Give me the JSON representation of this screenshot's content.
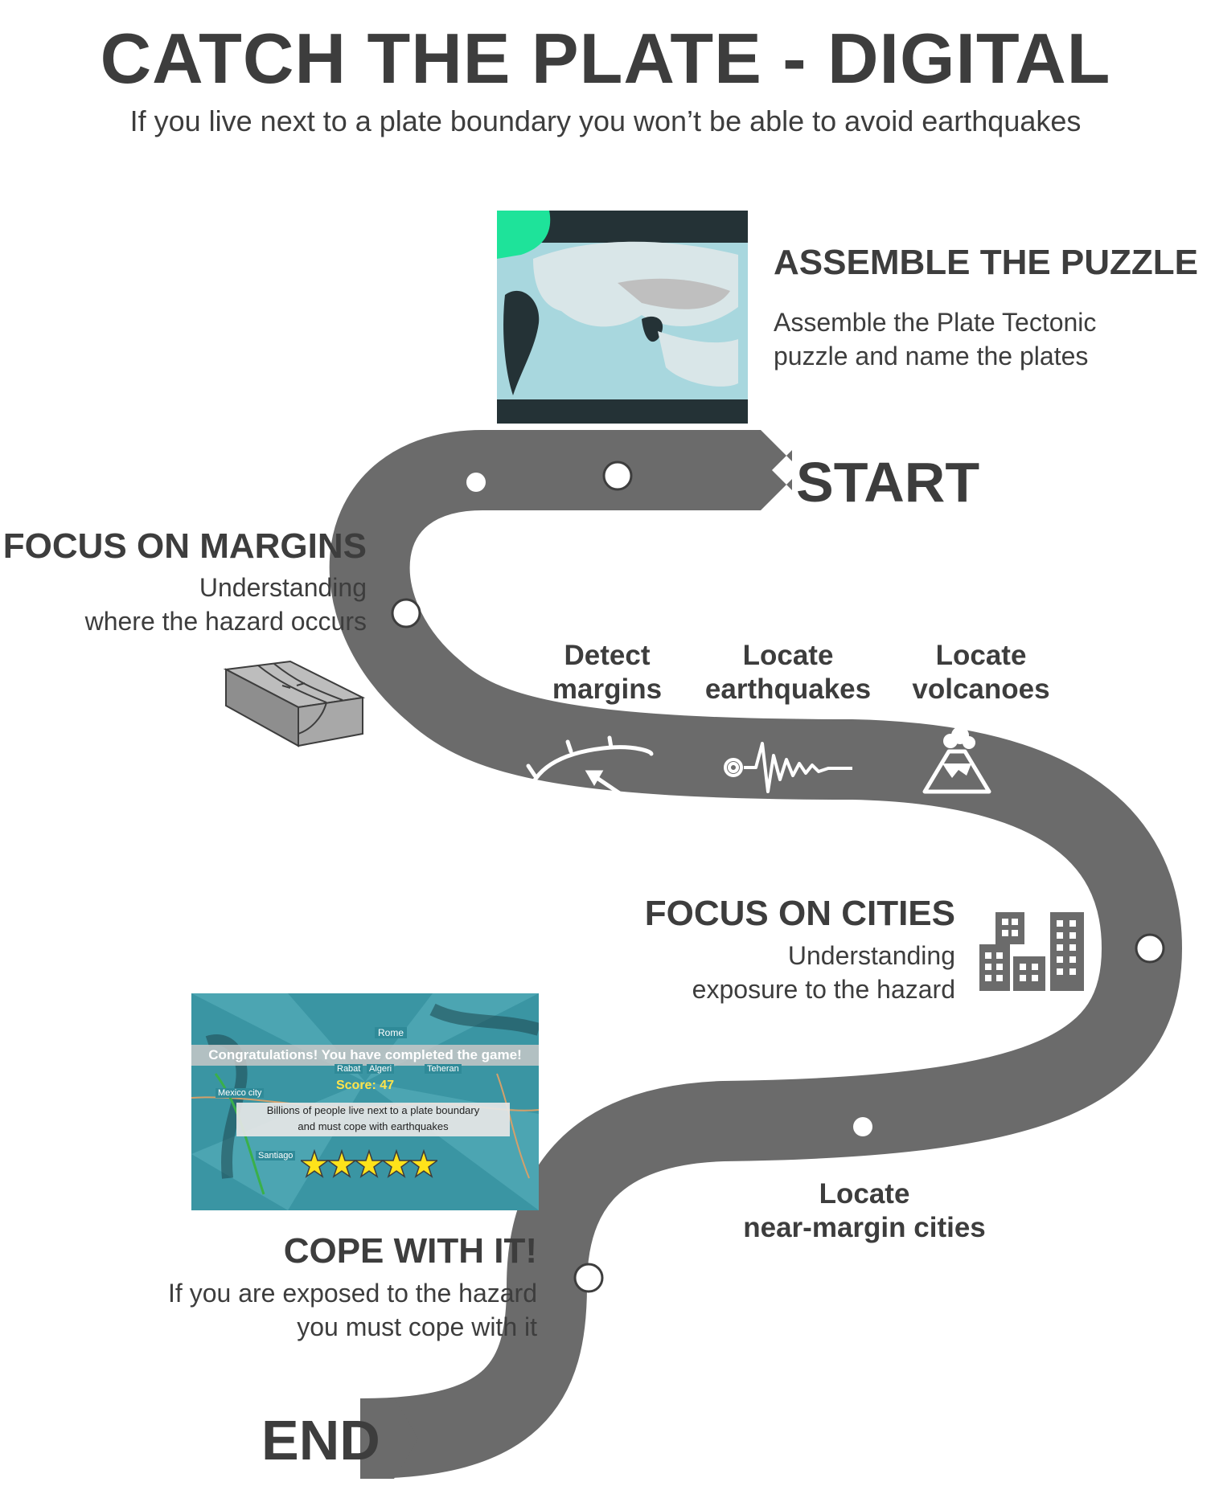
{
  "title": "CATCH THE PLATE - DIGITAL",
  "subtitle": "If you live next to a plate boundary you won’t be able to avoid earthquakes",
  "start_label": "START",
  "end_label": "END",
  "stages": {
    "assemble": {
      "heading": "ASSEMBLE THE PUZZLE",
      "desc_lines": [
        "Assemble the Plate Tectonic",
        "puzzle and name the plates"
      ]
    },
    "margins": {
      "heading": "FOCUS ON MARGINS",
      "desc_lines": [
        "Understanding",
        "where the hazard occurs"
      ]
    },
    "cities": {
      "heading": "FOCUS ON CITIES",
      "desc_lines": [
        "Understanding",
        "exposure to the hazard"
      ]
    },
    "cope": {
      "heading": "COPE WITH IT!",
      "desc_lines": [
        "If you are exposed to the hazard",
        "you must cope with it"
      ]
    }
  },
  "steps": {
    "detect_margins": [
      "Detect",
      "margins"
    ],
    "locate_earthquakes": [
      "Locate",
      "earthquakes"
    ],
    "locate_volcanoes": [
      "Locate",
      "volcanoes"
    ],
    "locate_cities": [
      "Locate",
      "near-margin cities"
    ]
  },
  "game_screenshot": {
    "congrats": "Congratulations! You have completed the game!",
    "score": "Score: 47",
    "message_lines": [
      "Billions of people live next to a plate boundary",
      "and must cope with earthquakes"
    ],
    "cities": [
      "Rome",
      "Rabat",
      "Algeri",
      "Teheran",
      "Mexico city",
      "Santiago"
    ],
    "stars": 5
  },
  "colors": {
    "road": "#6b6b6b",
    "text": "#3d3d3d",
    "ocean": "#a8d7de",
    "land_dark": "#243236",
    "plate_green": "#1ee39a"
  }
}
